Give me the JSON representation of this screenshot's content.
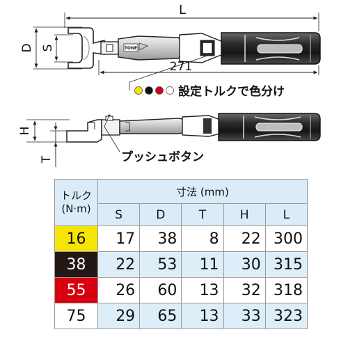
{
  "diagram": {
    "dim_L": "L",
    "dim_D": "D",
    "dim_S": "S",
    "dim_H": "H",
    "dim_T": "T",
    "length_value": "271",
    "callout_color": "設定トルクで色分け",
    "callout_button": "プッシュボタン",
    "brand_mark": "TONE",
    "color_dots": [
      "#f4e400",
      "#111111",
      "#d6001c",
      "#ffffff"
    ]
  },
  "table": {
    "torque_header": [
      "トルク",
      "(N·m)"
    ],
    "dimension_header": "寸法 (mm)",
    "columns": [
      "S",
      "D",
      "T",
      "H",
      "L"
    ],
    "rows": [
      {
        "torque": "16",
        "color": "#f6e500",
        "text_color": "#111111",
        "values": [
          "17",
          "38",
          "8",
          "22",
          "300"
        ]
      },
      {
        "torque": "38",
        "color": "#231815",
        "text_color": "#ffffff",
        "values": [
          "22",
          "53",
          "11",
          "30",
          "315"
        ]
      },
      {
        "torque": "55",
        "color": "#d7000f",
        "text_color": "#ffffff",
        "values": [
          "26",
          "60",
          "13",
          "32",
          "318"
        ]
      },
      {
        "torque": "75",
        "color": "#ffffff",
        "text_color": "#111111",
        "values": [
          "29",
          "65",
          "13",
          "33",
          "323"
        ]
      }
    ]
  }
}
